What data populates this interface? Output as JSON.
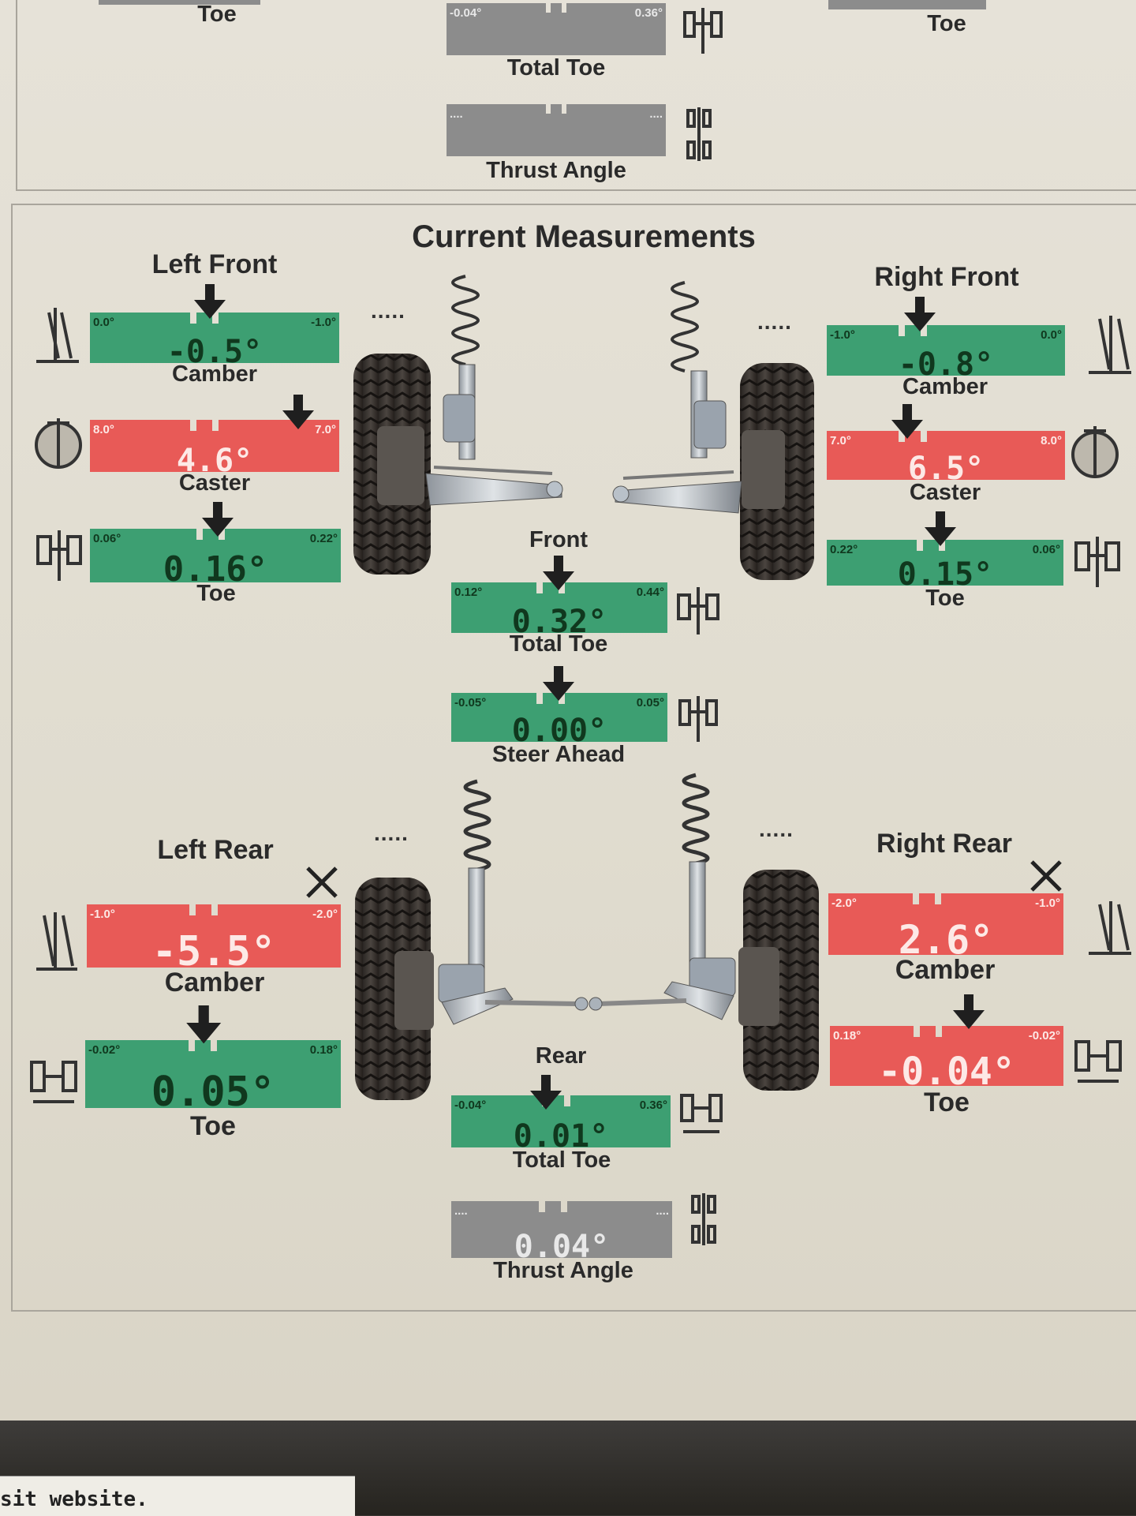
{
  "top_section": {
    "left_toe": "Toe",
    "right_toe": "Toe",
    "total_toe": {
      "label": "Total Toe",
      "min": "-0.04°",
      "max": "0.36°"
    },
    "thrust_angle": {
      "label": "Thrust Angle",
      "min": "....",
      "max": "...."
    }
  },
  "main": {
    "title": "Current Measurements",
    "left_front": {
      "title": "Left Front",
      "dots": ".....",
      "camber": {
        "label": "Camber",
        "value": "-0.5°",
        "min": "0.0°",
        "max": "-1.0°",
        "status": "green"
      },
      "caster": {
        "label": "Caster",
        "value": "4.6°",
        "min": "8.0°",
        "max": "7.0°",
        "status": "red"
      },
      "toe": {
        "label": "Toe",
        "value": "0.16°",
        "min": "0.06°",
        "max": "0.22°",
        "status": "green"
      }
    },
    "right_front": {
      "title": "Right Front",
      "dots": ".....",
      "camber": {
        "label": "Camber",
        "value": "-0.8°",
        "min": "-1.0°",
        "max": "0.0°",
        "status": "green"
      },
      "caster": {
        "label": "Caster",
        "value": "6.5°",
        "min": "7.0°",
        "max": "8.0°",
        "status": "red"
      },
      "toe": {
        "label": "Toe",
        "value": "0.15°",
        "min": "0.22°",
        "max": "0.06°",
        "status": "green"
      }
    },
    "front": {
      "title": "Front",
      "total_toe": {
        "label": "Total Toe",
        "value": "0.32°",
        "min": "0.12°",
        "max": "0.44°",
        "status": "green"
      },
      "steer_ahead": {
        "label": "Steer Ahead",
        "value": "0.00°",
        "min": "-0.05°",
        "max": "0.05°",
        "status": "green"
      }
    },
    "left_rear": {
      "title": "Left Rear",
      "dots": ".....",
      "camber": {
        "label": "Camber",
        "value": "-5.5°",
        "min": "-1.0°",
        "max": "-2.0°",
        "status": "red"
      },
      "toe": {
        "label": "Toe",
        "value": "0.05°",
        "min": "-0.02°",
        "max": "0.18°",
        "status": "green"
      }
    },
    "right_rear": {
      "title": "Right Rear",
      "dots": ".....",
      "camber": {
        "label": "Camber",
        "value": "2.6°",
        "min": "-2.0°",
        "max": "-1.0°",
        "status": "red"
      },
      "toe": {
        "label": "Toe",
        "value": "-0.04°",
        "min": "0.18°",
        "max": "-0.02°",
        "status": "red"
      }
    },
    "rear": {
      "title": "Rear",
      "total_toe": {
        "label": "Total Toe",
        "value": "0.01°",
        "min": "-0.04°",
        "max": "0.36°",
        "status": "green"
      },
      "thrust_angle": {
        "label": "Thrust Angle",
        "value": "0.04°",
        "min": "....",
        "max": "....",
        "status": "gray"
      }
    }
  },
  "footer": {
    "text": "sit website."
  },
  "colors": {
    "green": "#3d9f72",
    "red": "#e85a57",
    "gray": "#8c8c8c"
  }
}
